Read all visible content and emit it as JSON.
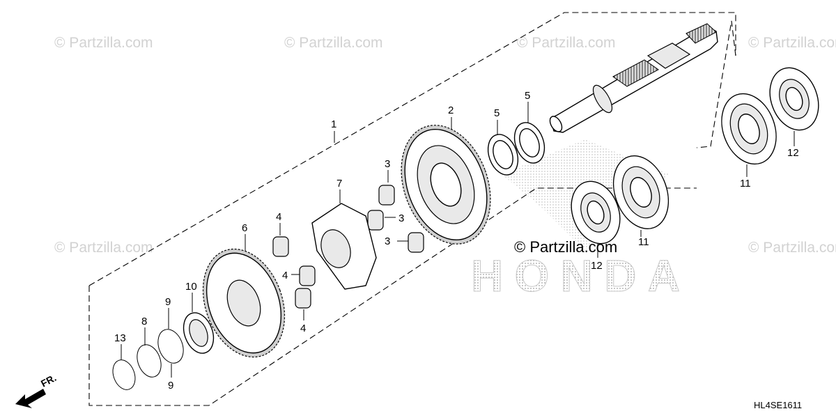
{
  "watermarks": {
    "site": "© Partzilla.com",
    "main": "© Partzilla.com"
  },
  "brand_mark": "HONDA",
  "diagram_code": "HL4SE1611",
  "direction_label": "FR.",
  "callouts": {
    "c1": "1",
    "c2": "2",
    "c3a": "3",
    "c3b": "3",
    "c3c": "3",
    "c4a": "4",
    "c4b": "4",
    "c4c": "4",
    "c5a": "5",
    "c5b": "5",
    "c6": "6",
    "c7": "7",
    "c8": "8",
    "c9a": "9",
    "c9b": "9",
    "c10": "10",
    "c11a": "11",
    "c11b": "11",
    "c12a": "12",
    "c12b": "12",
    "c13": "13"
  }
}
